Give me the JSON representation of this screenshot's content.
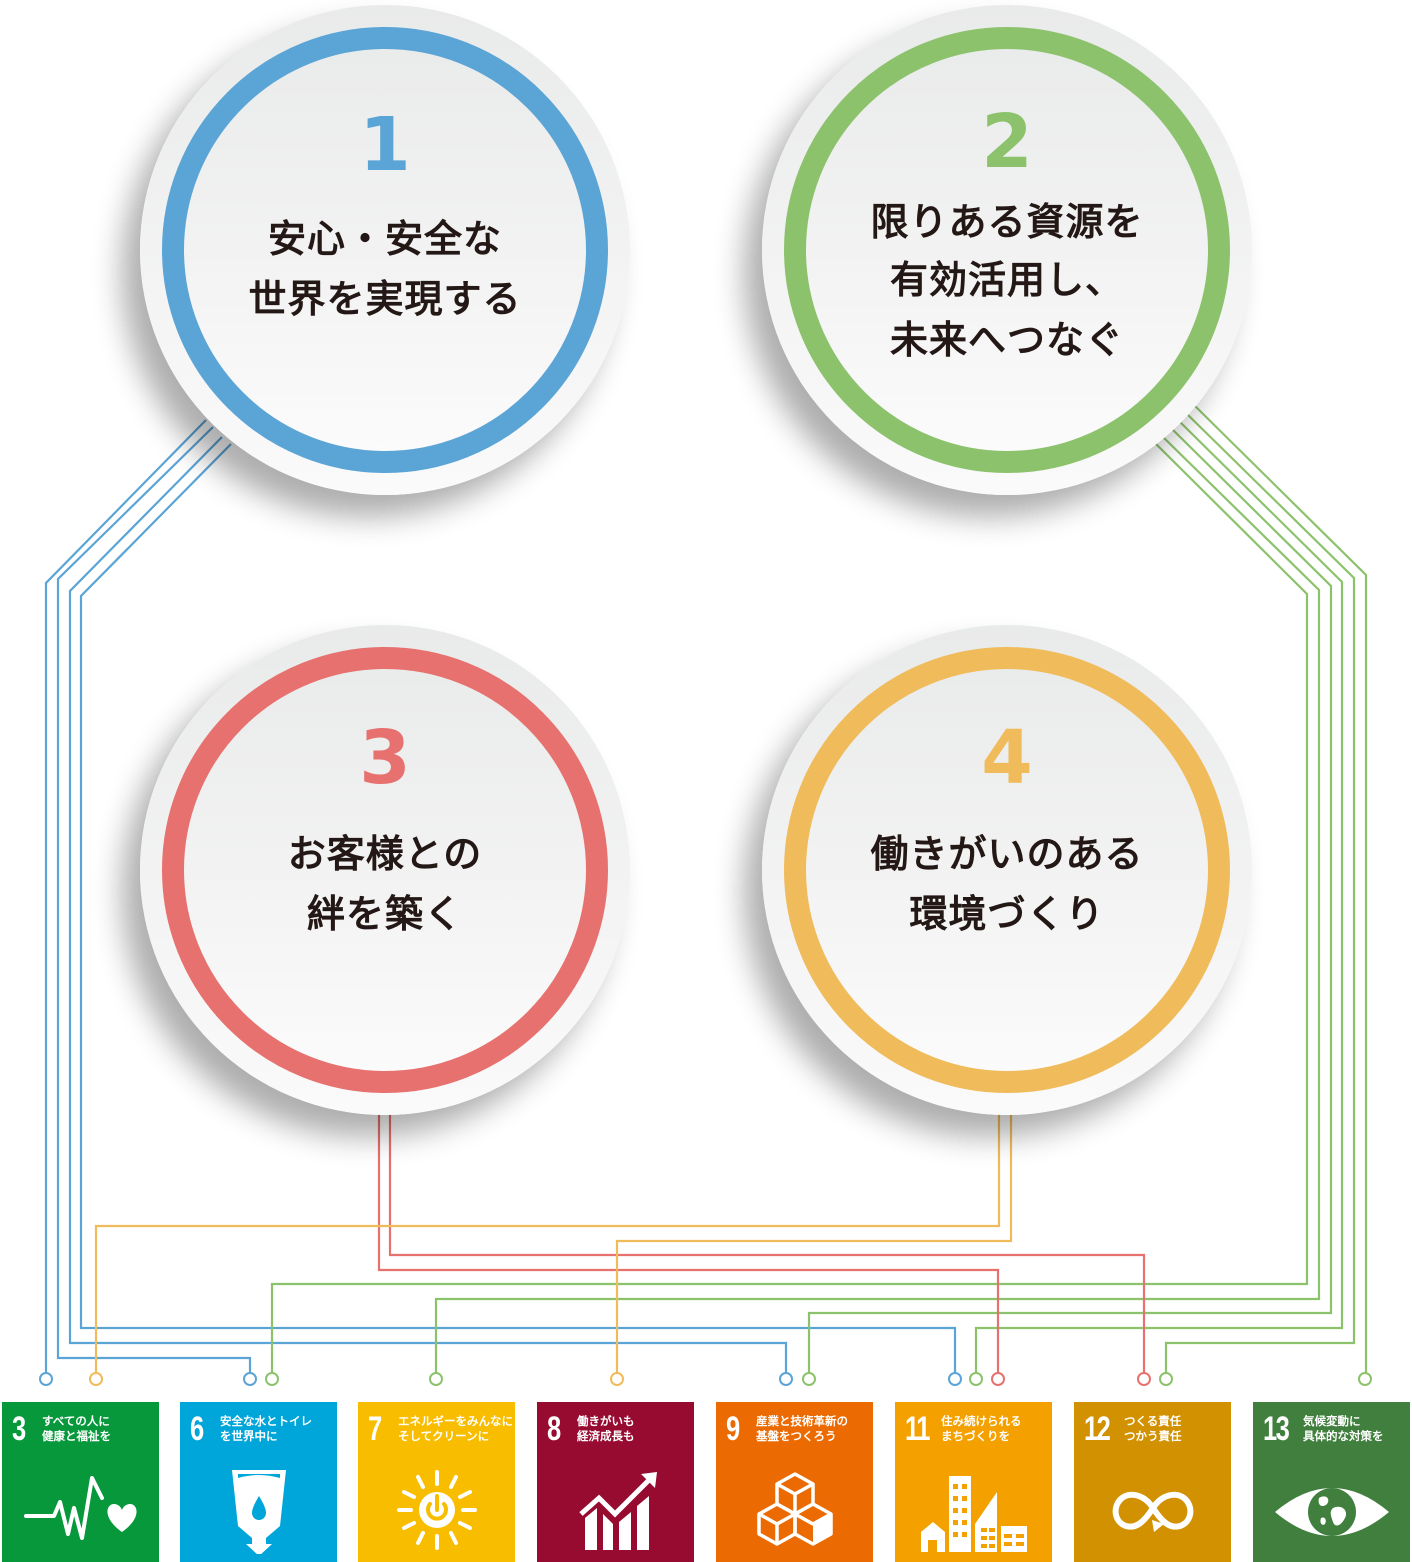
{
  "colors": {
    "blue": "#5ba4d6",
    "green": "#8dc26d",
    "red": "#e6716e",
    "yellow": "#f0bb5a",
    "text": "#231815"
  },
  "circles": [
    {
      "number": "1",
      "line1": "安心・安全な",
      "line2": "世界を実現する",
      "line3": "",
      "color": "#5ba4d6"
    },
    {
      "number": "2",
      "line1": "限りある資源を",
      "line2": "有効活用し、",
      "line3": "未来へつなぐ",
      "color": "#8dc26d"
    },
    {
      "number": "3",
      "line1": "お客様との",
      "line2": "絆を築く",
      "line3": "",
      "color": "#e6716e"
    },
    {
      "number": "4",
      "line1": "働きがいのある",
      "line2": "環境づくり",
      "line3": "",
      "color": "#f0bb5a"
    }
  ],
  "sdgs": [
    {
      "number": "3",
      "label": "すべての人に\n健康と福祉を",
      "color": "#07983c",
      "icon": "heartbeat-icon"
    },
    {
      "number": "6",
      "label": "安全な水とトイレ\nを世界中に",
      "color": "#00a6d9",
      "icon": "water-glass-icon"
    },
    {
      "number": "7",
      "label": "エネルギーをみんなに\nそしてクリーンに",
      "color": "#f9bd00",
      "icon": "sun-power-icon"
    },
    {
      "number": "8",
      "label": "働きがいも\n経済成長も",
      "color": "#970b31",
      "icon": "growth-chart-icon"
    },
    {
      "number": "9",
      "label": "産業と技術革新の\n基盤をつくろう",
      "color": "#ec6a02",
      "icon": "cubes-icon"
    },
    {
      "number": "11",
      "label": "住み続けられる\nまちづくりを",
      "color": "#f4a100",
      "icon": "city-buildings-icon"
    },
    {
      "number": "12",
      "label": "つくる責任\nつかう責任",
      "color": "#d29100",
      "icon": "infinity-icon"
    },
    {
      "number": "13",
      "label": "気候変動に\n具体的な対策を",
      "color": "#407f3d",
      "icon": "earth-eye-icon"
    }
  ],
  "connections": [
    {
      "from": "1",
      "to": "3"
    },
    {
      "from": "1",
      "to": "6"
    },
    {
      "from": "1",
      "to": "9"
    },
    {
      "from": "1",
      "to": "11"
    },
    {
      "from": "2",
      "to": "6"
    },
    {
      "from": "2",
      "to": "7"
    },
    {
      "from": "2",
      "to": "9"
    },
    {
      "from": "2",
      "to": "11"
    },
    {
      "from": "2",
      "to": "12"
    },
    {
      "from": "2",
      "to": "13"
    },
    {
      "from": "3",
      "to": "11"
    },
    {
      "from": "3",
      "to": "12"
    },
    {
      "from": "4",
      "to": "3"
    },
    {
      "from": "4",
      "to": "8"
    }
  ]
}
